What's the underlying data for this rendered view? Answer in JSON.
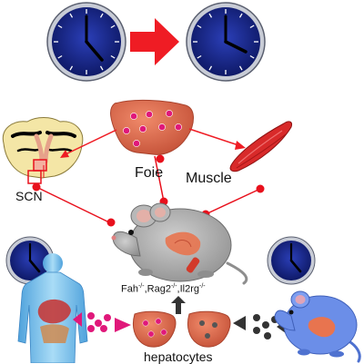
{
  "labels": {
    "liver": "Foie",
    "muscle": "Muscle",
    "scn": "SCN",
    "strain": {
      "part1": "Fah",
      "part2": ",Rag2",
      "part3": ",Il2rg",
      "superscript": "-/-"
    },
    "hepatocytes": "hepatocytes"
  },
  "colors": {
    "clock_face": "#1a2a8c",
    "clock_bezel": "#b9bcc6",
    "arrow_red": "#ef1c24",
    "dot_red": "#e8101c",
    "liver": "#d2674a",
    "hepatocyte_dot": "#e0187a",
    "pink_arrow": "#e0187a",
    "human_body": "#6fb7e6",
    "mouse_blue": "#6b8ee8",
    "mouse_grey": "#a8a8a8",
    "muscle": "#d82a2a",
    "black_dot": "#333333"
  }
}
